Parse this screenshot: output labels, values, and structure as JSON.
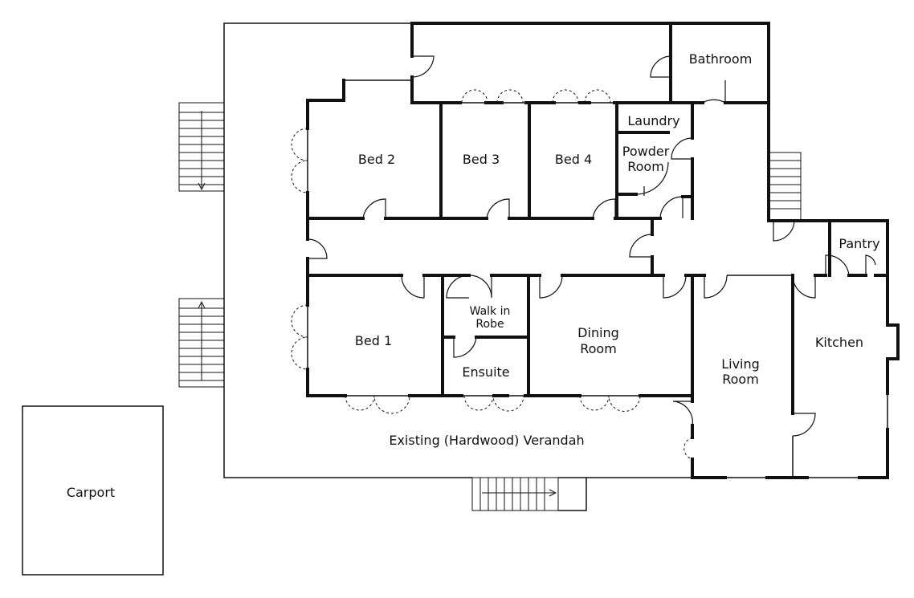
{
  "rooms": {
    "bathroom": "Bathroom",
    "laundry": "Laundry",
    "powder_line1": "Powder",
    "powder_line2": "Room",
    "bed2": "Bed 2",
    "bed3": "Bed 3",
    "bed4": "Bed 4",
    "bed1": "Bed 1",
    "walkin_line1": "Walk in",
    "walkin_line2": "Robe",
    "ensuite": "Ensuite",
    "dining_line1": "Dining",
    "dining_line2": "Room",
    "living_line1": "Living",
    "living_line2": "Room",
    "kitchen": "Kitchen",
    "pantry": "Pantry",
    "verandah": "Existing (Hardwood) Verandah",
    "carport": "Carport"
  }
}
